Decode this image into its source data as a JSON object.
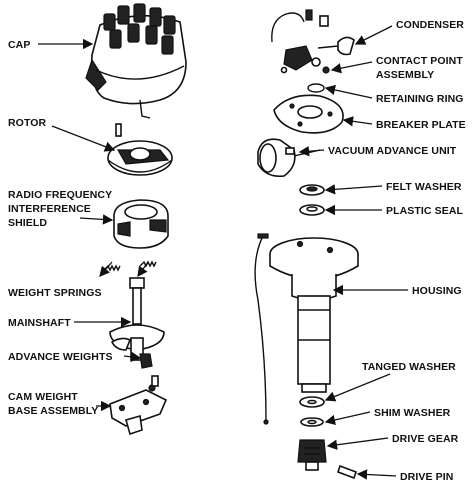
{
  "labels": {
    "cap": "CAP",
    "rotor": "ROTOR",
    "rfi_1": "RADIO FREQUENCY",
    "rfi_2": "INTERFERENCE",
    "rfi_3": "SHIELD",
    "weight_springs": "WEIGHT SPRINGS",
    "mainshaft": "MAINSHAFT",
    "advance_weights": "ADVANCE WEIGHTS",
    "cam_weight_1": "CAM WEIGHT",
    "cam_weight_2": "BASE ASSEMBLY",
    "condenser": "CONDENSER",
    "contact_point_1": "CONTACT POINT",
    "contact_point_2": "ASSEMBLY",
    "retaining_ring": "RETAINING RING",
    "breaker_plate": "BREAKER PLATE",
    "vacuum_advance": "VACUUM ADVANCE UNIT",
    "felt_washer": "FELT WASHER",
    "plastic_seal": "PLASTIC SEAL",
    "housing": "HOUSING",
    "tanged_washer": "TANGED WASHER",
    "shim_washer": "SHIM  WASHER",
    "drive_gear": "DRIVE GEAR",
    "drive_pin": "DRIVE PIN"
  }
}
